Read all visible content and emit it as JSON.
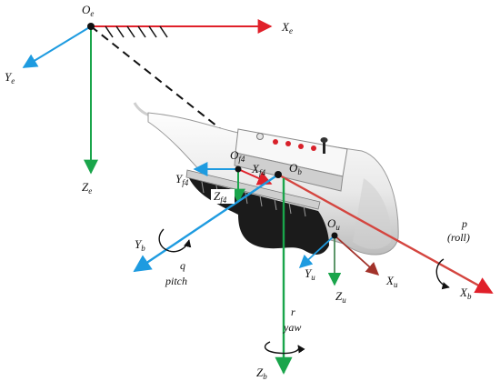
{
  "colors": {
    "x_axis": "#e0202a",
    "y_axis": "#1e9be0",
    "z_axis": "#1aa54b",
    "x_local_axis": "#a2322a",
    "vehicle_body": "#f1f1f1",
    "fin": "#1b1b1b",
    "ref_line": "#111111"
  },
  "icons": [
    "rotation-arrow-icon",
    "axis-arrow-icon",
    "ground-hatch-icon"
  ],
  "labels": {
    "Oe": {
      "base": "O",
      "sub": "e"
    },
    "Xe": {
      "base": "X",
      "sub": "e"
    },
    "Ye": {
      "base": "Y",
      "sub": "e"
    },
    "Ze": {
      "base": "Z",
      "sub": "e"
    },
    "Of4": {
      "base": "O",
      "sub": "f4"
    },
    "Xf4": {
      "base": "X",
      "sub": "f4"
    },
    "Yf4": {
      "base": "Y",
      "sub": "f4"
    },
    "Zf4": {
      "base": "Z",
      "sub": "f4"
    },
    "Ob": {
      "base": "O",
      "sub": "b"
    },
    "Ou": {
      "base": "O",
      "sub": "u"
    },
    "Xu": {
      "base": "X",
      "sub": "u"
    },
    "Yu": {
      "base": "Y",
      "sub": "u"
    },
    "Zu": {
      "base": "Z",
      "sub": "u"
    },
    "Xb": {
      "base": "X",
      "sub": "b"
    },
    "Yb": {
      "base": "Y",
      "sub": "b"
    },
    "Zb": {
      "base": "Z",
      "sub": "b"
    }
  },
  "rotations": {
    "roll": {
      "symbol": "p",
      "name": "(roll)"
    },
    "pitch": {
      "symbol": "q",
      "name": "pitch"
    },
    "yaw": {
      "symbol": "r",
      "name": "yaw"
    }
  }
}
